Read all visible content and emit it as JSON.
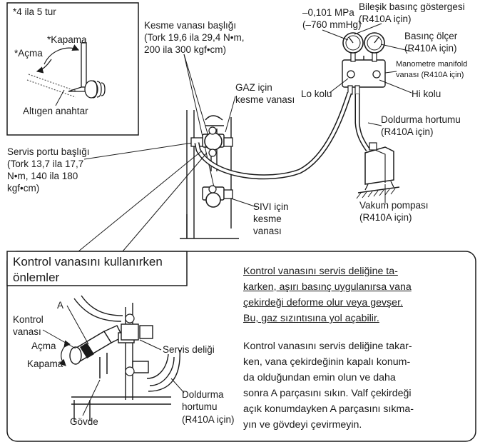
{
  "wrench_box": {
    "turns": "*4 ila 5 tur",
    "close": "*Kapama",
    "open": "*Açma",
    "wrench": "Altıgen anahtar"
  },
  "top_labels": {
    "valve_cap": [
      "Kesme vanası başlığı",
      "(Tork 19,6 ila 29,4 N•m,",
      "200 ila 300 kgf•cm)"
    ],
    "pressure": [
      "–0,101 MPa",
      "(–760 mmHg)"
    ],
    "compound_gauge": [
      "Bileşik basınç göstergesi",
      "(R410A için)"
    ],
    "pressure_gauge": [
      "Basınç ölçer",
      "(R410A için)"
    ],
    "manifold": [
      "Manometre manifold",
      "vanası (R410A için)"
    ],
    "gas_valve": [
      "GAZ için",
      "kesme vanası"
    ],
    "lo_handle": "Lo kolu",
    "hi_handle": "Hi kolu",
    "charge_hose": [
      "Doldurma hortumu",
      "(R410A için)"
    ],
    "service_cap": [
      "Servis portu başlığı",
      "(Tork 13,7 ila 17,7",
      "N•m, 140 ila 180",
      "kgf•cm)"
    ],
    "liquid_valve": [
      "SIVI için",
      "kesme",
      "vanası"
    ],
    "vacuum_pump": [
      "Vakum pompası",
      "(R410A için)"
    ]
  },
  "precautions": {
    "title": [
      "Kontrol vanasını kullanırken",
      "önlemler"
    ],
    "part_a": "A",
    "check_valve": [
      "Kontrol",
      "vanası"
    ],
    "open": "Açma",
    "close": "Kapama",
    "service_hole": "Servis deliği",
    "body": "Gövde",
    "charge_hose": [
      "Doldurma",
      "hortumu",
      "(R410A için)"
    ],
    "warning": [
      "Kontrol vanasını servis deliğine ta-",
      "karken, aşırı basınç uygulanırsa vana",
      "çekirdeği deforme olur veya gevşer.",
      "Bu, gaz sızıntısına yol açabilir."
    ],
    "instruction": [
      "Kontrol vanasını servis deliğine takar-",
      "ken, vana çekirdeğinin kapalı konum-",
      "da olduğundan emin olun ve daha",
      "sonra A parçasını sıkın. Valf çekirdeği",
      "açık konumdayken A parçasını sıkma-",
      "yın ve gövdeyi çevirmeyin."
    ]
  }
}
